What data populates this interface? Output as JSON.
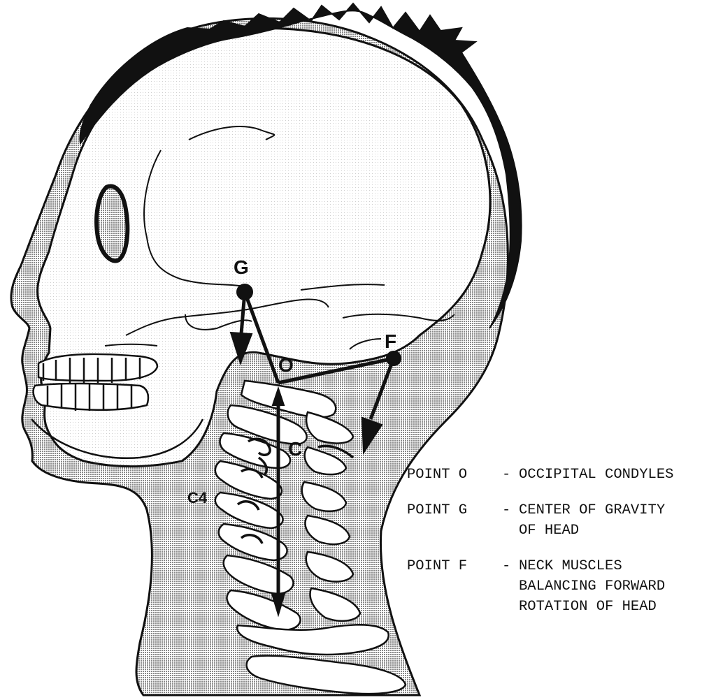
{
  "colors": {
    "ink": "#111111",
    "tissue_shade": "#a3a3a3",
    "skull_fill": "#ffffff"
  },
  "points": {
    "g": "G",
    "o": "O",
    "f": "F",
    "c": "C",
    "c4": "C4"
  },
  "legend": [
    {
      "key": "POINT O",
      "dash": "-",
      "lines": [
        "OCCIPITAL CONDYLES"
      ]
    },
    {
      "key": "POINT G",
      "dash": "-",
      "lines": [
        "CENTER OF GRAVITY",
        "OF HEAD"
      ]
    },
    {
      "key": "POINT F",
      "dash": "-",
      "lines": [
        "NECK MUSCLES",
        "BALANCING FORWARD",
        "ROTATION OF HEAD"
      ]
    }
  ]
}
